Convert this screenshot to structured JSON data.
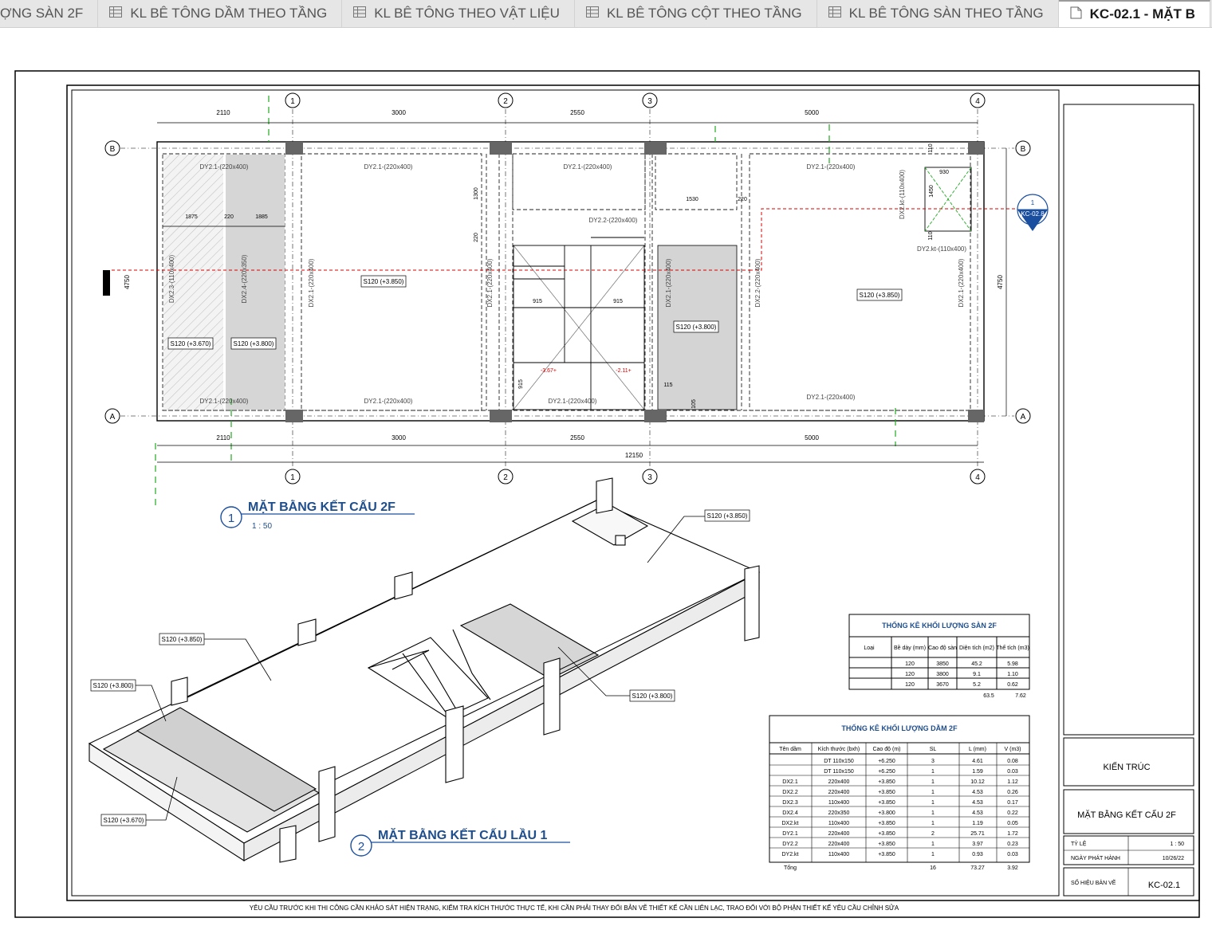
{
  "tabs": [
    {
      "label": "ỢNG SÀN 2F",
      "icon": "table-icon",
      "active": false
    },
    {
      "label": "KL BÊ TÔNG DẦM THEO TẦNG",
      "icon": "table-icon",
      "active": false
    },
    {
      "label": "KL BÊ TÔNG THEO VẬT LIỆU",
      "icon": "table-icon",
      "active": false
    },
    {
      "label": "KL BÊ TÔNG CỘT THEO TẦNG",
      "icon": "table-icon",
      "active": false
    },
    {
      "label": "KL BÊ TÔNG SÀN THEO TẦNG",
      "icon": "table-icon",
      "active": false
    },
    {
      "label": "KC-02.1 - MẶT B",
      "icon": "sheet-icon",
      "active": true
    }
  ],
  "plan": {
    "grid_top": [
      "1",
      "2",
      "3",
      "4"
    ],
    "grid_bottom": [
      "1",
      "2",
      "3",
      "4"
    ],
    "grid_side": [
      "B",
      "A"
    ],
    "dims_top": [
      "2110",
      "3000",
      "2550",
      "5000"
    ],
    "dims_bottom": [
      "2110",
      "3000",
      "2550",
      "5000"
    ],
    "dim_total": "12150",
    "dim_height": "4750",
    "beams": {
      "b1": "DY2.1-(220x400)",
      "b2": "DY2.1-(220x400)",
      "b3": "DY2.1-(220x400)",
      "b4": "DY2.1-(220x400)",
      "b5": "DY2.2-(220x400)",
      "b6": "DY2.1-(220x400)",
      "b7": "DY2.1-(220x400)",
      "b8": "DY2.1-(220x400)",
      "b9": "DY2.1-(220x400)",
      "b10": "DY2.kt-(110x400)",
      "c1": "DX2.3-(110x400)",
      "c2": "DX2.4-(220x350)",
      "c3": "DX2.1-(220x400)",
      "c4": "DX2.1-(220x400)",
      "c5": "DX2.1-(220x400)",
      "c6": "DX2.2-(220x400)",
      "c7": "DX2.1-(220x400)",
      "c8": "DX2.kt-(110x400)"
    },
    "slabs": {
      "s1": "S120 (+3.670)",
      "s2": "S120 (+3.800)",
      "s3": "S120 (+3.850)",
      "s4": "S120 (+3.800)",
      "s5": "S120 (+3.850)"
    },
    "small_dims": {
      "d1": "1875",
      "d2": "220",
      "d3": "1885",
      "d4": "1300",
      "d5": "220",
      "d6": "1530",
      "d7": "220",
      "d8": "915",
      "d9": "915",
      "d10": "915",
      "d11": "115",
      "d12": "105",
      "d13": "930",
      "d14": "1450",
      "d15": "110",
      "d16": "110"
    },
    "levels": {
      "l1": "-3.67+",
      "l2": "-2.11+"
    },
    "callout_num": "1",
    "callout_ref": "KC-02.8"
  },
  "titles": {
    "t1_num": "1",
    "t1": "MẶT BẰNG KẾT CẤU 2F",
    "t1_scale": "1 : 50",
    "t2_num": "2",
    "t2": "MẶT BẰNG KẾT CẤU LẦU 1"
  },
  "iso_labels": [
    "S120 (+3.850)",
    "S120 (+3.850)",
    "S120 (+3.800)",
    "S120 (+3.800)",
    "S120 (+3.670)"
  ],
  "table_san": {
    "title": "THỐNG KÊ KHỐI LƯỢNG SÀN 2F",
    "headers": [
      "Loại",
      "Bề dày (mm)",
      "Cao độ sàn",
      "Diện tích (m2)",
      "Thể tích (m3)"
    ],
    "rows": [
      [
        "",
        "120",
        "3850",
        "45.2",
        "5.98"
      ],
      [
        "",
        "120",
        "3800",
        "9.1",
        "1.10"
      ],
      [
        "",
        "120",
        "3670",
        "5.2",
        "0.62"
      ]
    ],
    "total": [
      "",
      "",
      "",
      "63.5",
      "7.62"
    ]
  },
  "table_dam": {
    "title": "THỐNG KÊ KHỐI LƯỢNG DẦM 2F",
    "headers": [
      "Tên dầm",
      "Kích thước (bxh)",
      "Cao độ (m)",
      "SL",
      "L (mm)",
      "V (m3)"
    ],
    "rows": [
      [
        "",
        "DT 110x150",
        "+6.250",
        "3",
        "4.61",
        "0.08"
      ],
      [
        "",
        "DT 110x150",
        "+6.250",
        "1",
        "1.59",
        "0.03"
      ],
      [
        "DX2.1",
        "220x400",
        "+3.850",
        "1",
        "10.12",
        "1.12"
      ],
      [
        "DX2.2",
        "220x400",
        "+3.850",
        "1",
        "4.53",
        "0.26"
      ],
      [
        "DX2.3",
        "110x400",
        "+3.850",
        "1",
        "4.53",
        "0.17"
      ],
      [
        "DX2.4",
        "220x350",
        "+3.800",
        "1",
        "4.53",
        "0.22"
      ],
      [
        "DX2.kt",
        "110x400",
        "+3.850",
        "1",
        "1.19",
        "0.05"
      ],
      [
        "DY2.1",
        "220x400",
        "+3.850",
        "2",
        "25.71",
        "1.72"
      ],
      [
        "DY2.2",
        "220x400",
        "+3.850",
        "1",
        "3.97",
        "0.23"
      ],
      [
        "DY2.kt",
        "110x400",
        "+3.850",
        "1",
        "0.93",
        "0.03"
      ]
    ],
    "total": [
      "Tổng",
      "",
      "",
      "16",
      "73.27",
      "3.92"
    ]
  },
  "title_block": {
    "discipline": "KIẾN TRÚC",
    "sheet_name": "MẶT BẰNG KẾT CẤU 2F",
    "scale_label": "TỶ LỆ",
    "scale_value": "1 : 50",
    "date_label": "NGÀY PHÁT HÀNH",
    "date_value": "10/26/22",
    "number_label": "SỐ HIỆU BẢN VẼ",
    "number_value": "KC-02.1"
  },
  "footer_note": "YÊU CẦU TRƯỚC KHI THI CÔNG CẦN KHẢO SÁT HIỆN TRẠNG, KIỂM TRA KÍCH THƯỚC THỰC TẾ, KHI CẦN PHẢI THAY ĐỔI BẢN VẼ THIẾT KẾ CẦN LIÊN LẠC, TRAO ĐỔI VỚI BỘ PHẬN THIẾT KẾ YÊU CẦU CHỈNH SỬA"
}
